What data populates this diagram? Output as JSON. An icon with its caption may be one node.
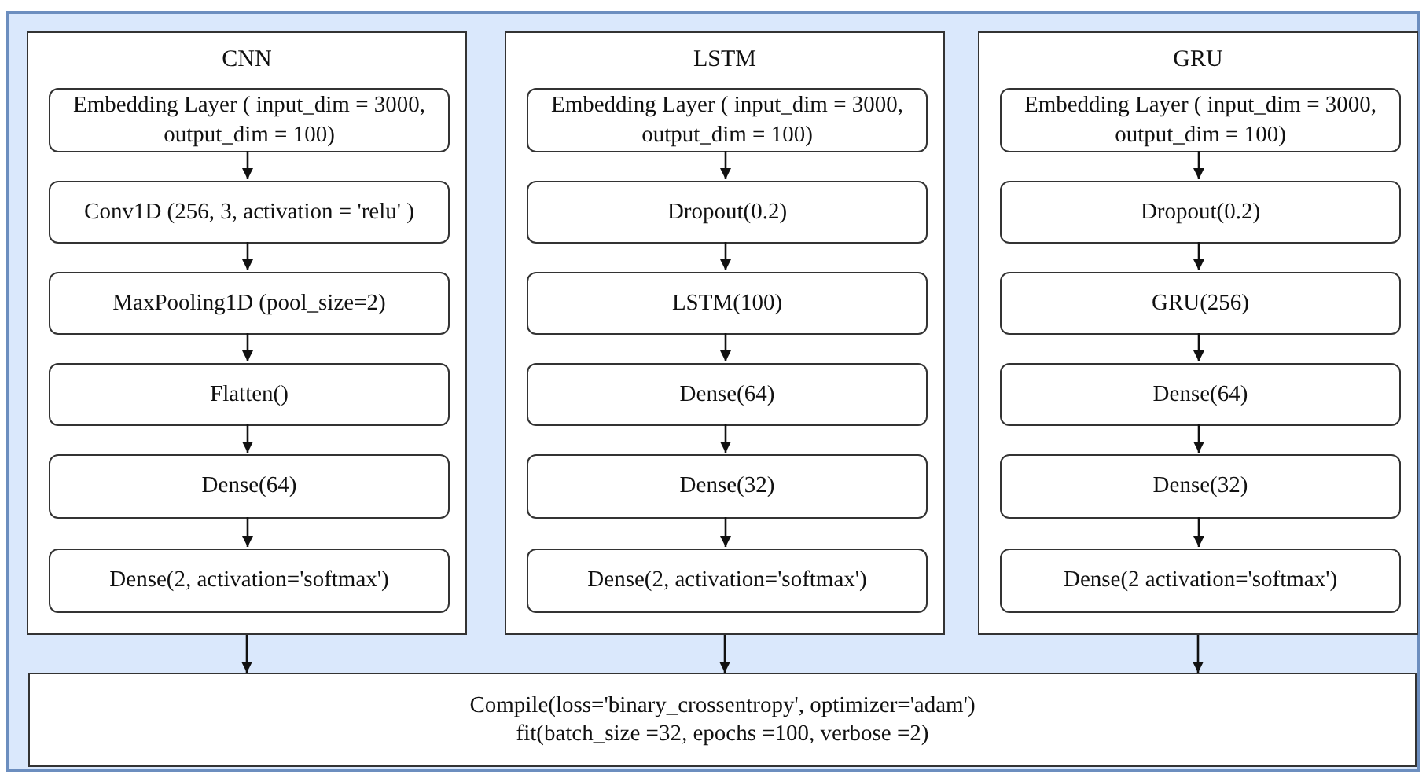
{
  "diagram": {
    "nodes": [
      {
        "text": [
          "CNN"
        ]
      },
      {
        "text": [
          "Embedding Layer ( input_dim = 3000, output_dim = 100)"
        ],
        "in": 0
      },
      {
        "text": [
          "Conv1D (256, 3, activation = 'relu' )"
        ],
        "in": 0
      },
      {
        "text": [
          "MaxPooling1D (pool_size=2)"
        ],
        "in": 0
      },
      {
        "text": [
          "Flatten()"
        ],
        "in": 0
      },
      {
        "text": [
          "Dense(64)"
        ],
        "in": 0
      },
      {
        "text": [
          "Dense(2, activation='softmax')"
        ],
        "in": 0
      },
      {
        "text": [
          "LSTM"
        ]
      },
      {
        "text": [
          "Embedding Layer ( input_dim = 3000, output_dim = 100)"
        ],
        "in": 7
      },
      {
        "text": [
          "Dropout(0.2)"
        ],
        "in": 7
      },
      {
        "text": [
          "LSTM(100)"
        ],
        "in": 7
      },
      {
        "text": [
          "Dense(64)"
        ],
        "in": 7
      },
      {
        "text": [
          "Dense(32)"
        ],
        "in": 7
      },
      {
        "text": [
          "Dense(2, activation='softmax')"
        ],
        "in": 7
      },
      {
        "text": [
          "GRU"
        ]
      },
      {
        "text": [
          "Embedding Layer ( input_dim = 3000, output_dim = 100)"
        ],
        "in": 14
      },
      {
        "text": [
          "Dropout(0.2)"
        ],
        "in": 14
      },
      {
        "text": [
          "GRU(256)"
        ],
        "in": 14
      },
      {
        "text": [
          "Dense(64)"
        ],
        "in": 14
      },
      {
        "text": [
          "Dense(32)"
        ],
        "in": 14
      },
      {
        "text": [
          "Dense(2 activation='softmax')"
        ],
        "in": 14
      },
      {
        "text": [
          "Compile(loss='binary_crossentropy', optimizer='adam')",
          "fit(batch_size =32, epochs =100, verbose =2)"
        ]
      }
    ],
    "edges": [
      {
        "from": 1,
        "to": 2,
        "arrow": "to"
      },
      {
        "from": 2,
        "to": 3,
        "arrow": "to"
      },
      {
        "from": 3,
        "to": 4,
        "arrow": "to"
      },
      {
        "from": 4,
        "to": 5,
        "arrow": "to"
      },
      {
        "from": 5,
        "to": 6,
        "arrow": "to"
      },
      {
        "from": 8,
        "to": 9,
        "arrow": "to"
      },
      {
        "from": 9,
        "to": 10,
        "arrow": "to"
      },
      {
        "from": 10,
        "to": 11,
        "arrow": "to"
      },
      {
        "from": 11,
        "to": 12,
        "arrow": "to"
      },
      {
        "from": 12,
        "to": 13,
        "arrow": "to"
      },
      {
        "from": 15,
        "to": 16,
        "arrow": "to"
      },
      {
        "from": 16,
        "to": 17,
        "arrow": "to"
      },
      {
        "from": 17,
        "to": 18,
        "arrow": "to"
      },
      {
        "from": 18,
        "to": 19,
        "arrow": "to"
      },
      {
        "from": 19,
        "to": 20,
        "arrow": "to"
      },
      {
        "from": 0,
        "to": 21,
        "arrow": "to"
      },
      {
        "from": 7,
        "to": 21,
        "arrow": "to"
      },
      {
        "from": 14,
        "to": 21,
        "arrow": "to"
      }
    ]
  }
}
